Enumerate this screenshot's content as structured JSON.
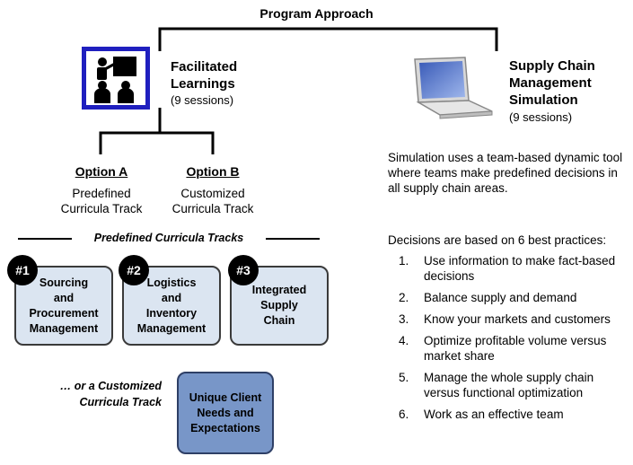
{
  "title": "Program Approach",
  "facilitated": {
    "heading_line1": "Facilitated",
    "heading_line2": "Learnings",
    "sessions": "(9 sessions)",
    "icon": "presentation-icon"
  },
  "simulation": {
    "heading_line1": "Supply Chain",
    "heading_line2": "Management",
    "heading_line3": "Simulation",
    "sessions": "(9 sessions)",
    "icon": "laptop-icon",
    "description": "Simulation uses a team-based dynamic tool where teams make predefined decisions in all supply chain areas."
  },
  "options": [
    {
      "title": "Option A",
      "line1": "Predefined",
      "line2": "Curricula Track"
    },
    {
      "title": "Option B",
      "line1": "Customized",
      "line2": "Curricula Track"
    }
  ],
  "predefined_label": "Predefined Curricula Tracks",
  "tracks": [
    {
      "badge": "#1",
      "line1": "Sourcing",
      "line2": "and",
      "line3": "Procurement",
      "line4": "Management"
    },
    {
      "badge": "#2",
      "line1": "Logistics",
      "line2": "and",
      "line3": "Inventory",
      "line4": "Management"
    },
    {
      "badge": "#3",
      "line1": "Integrated",
      "line2": "Supply",
      "line3": "Chain",
      "line4": ""
    }
  ],
  "customized_label_line1": "… or a Customized",
  "customized_label_line2": "Curricula Track",
  "unique": {
    "line1": "Unique Client",
    "line2": "Needs and",
    "line3": "Expectations"
  },
  "practices_intro": "Decisions are based on 6 best practices:",
  "practices": [
    {
      "num": "1.",
      "text": "Use information to make fact-based decisions"
    },
    {
      "num": "2.",
      "text": "Balance supply and demand"
    },
    {
      "num": "3.",
      "text": "Know your markets and customers"
    },
    {
      "num": "4.",
      "text": "Optimize profitable volume versus market share"
    },
    {
      "num": "5.",
      "text": "Manage the whole supply chain versus functional optimization"
    },
    {
      "num": "6.",
      "text": "Work as an effective team"
    }
  ],
  "colors": {
    "track_fill": "#dbe5f1",
    "unique_fill": "#7896c8",
    "icon_border": "#1f1fbf"
  }
}
